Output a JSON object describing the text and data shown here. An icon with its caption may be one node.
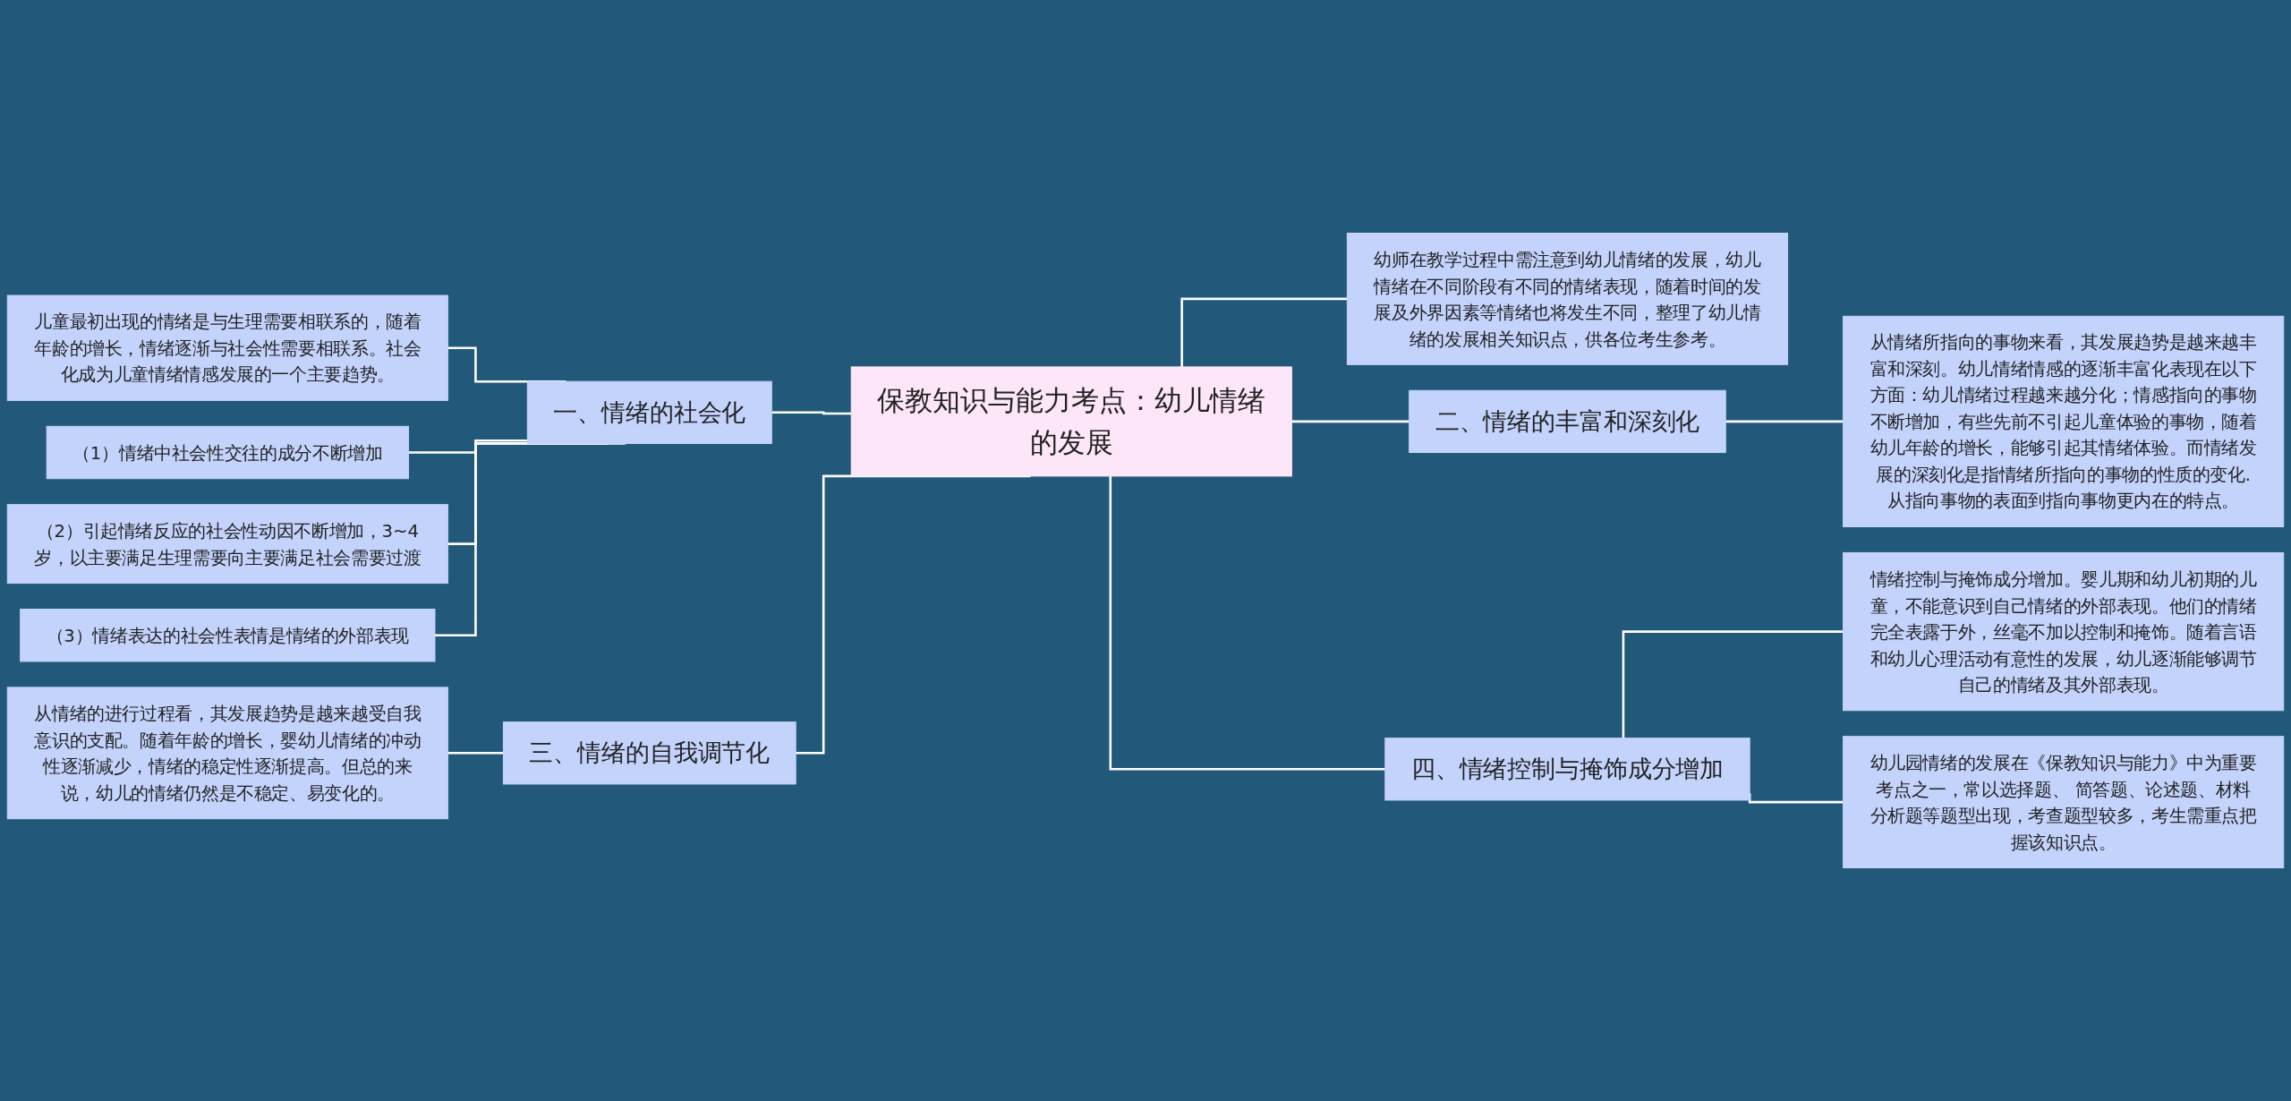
{
  "diagram": {
    "nodes": [
      {
        "text": [
          "保教知识与能力考点：幼儿情绪的发展"
        ]
      },
      {
        "text": [
          "一、情绪的社会化"
        ]
      },
      {
        "text": [
          "儿童最初出现的情绪是与生理需要相联系的，随着年龄的增长，情绪逐渐与社会性需要相联系。社会化成为儿童情绪情感发展的一个主要趋势。"
        ]
      },
      {
        "text": [
          "（1）情绪中社会性交往的成分不断增加"
        ]
      },
      {
        "text": [
          "（2）引起情绪反应的社会性动因不断增加，3~4岁，以主要满足生理需要向主要满足社会需要过渡"
        ]
      },
      {
        "text": [
          "（3）情绪表达的社会性表情是情绪的外部表现"
        ]
      },
      {
        "text": [
          "三、情绪的自我调节化"
        ]
      },
      {
        "text": [
          "从情绪的进行过程看，其发展趋势是越来越受自我意识的支配。随着年龄的增长，婴幼儿情绪的冲动性逐渐减少，情绪的稳定性逐渐提高。但总的来说，幼儿的情绪仍然是不稳定、易变化的。"
        ]
      },
      {
        "text": [
          "幼师在教学过程中需注意到幼儿情绪的发展，幼儿情绪在不同阶段有不同的情绪表现，随着时间的发展及外界因素等情绪也将发生不同，整理了幼儿情绪的发展相关知识点，供各位考生参考。"
        ]
      },
      {
        "text": [
          "二、情绪的丰富和深刻化"
        ]
      },
      {
        "text": [
          "从情绪所指向的事物来看，其发展趋势是越来越丰富和深刻。幼儿情绪情感的逐渐丰富化表现在以下方面：幼儿情绪过程越来越分化；情感指向的事物不断增加，有些先前不引起儿童体验的事物，随着幼儿年龄的增长，能够引起其情绪体验。而情绪发展的深刻化是指情绪所指向的事物的性质的变化.从指向事物的表面到指向事物更内在的特点。"
        ]
      },
      {
        "text": [
          "四、情绪控制与掩饰成分增加"
        ]
      },
      {
        "text": [
          "情绪控制与掩饰成分增加。婴儿期和幼儿初期的儿童，不能意识到自己情绪的外部表现。他们的情绪完全表露于外，丝毫不加以控制和掩饰。随着言语和幼儿心理活动有意性的发展，幼儿逐渐能够调节自己的情绪及其外部表现。"
        ]
      },
      {
        "text": [
          "幼儿园情绪的发展在《保教知识与能力》中为重要考点之一，常以选择题、 简答题、论述题、材料分析题等题型出现，考查题型较多，考生需重点把握该知识点。"
        ]
      }
    ],
    "edges": [
      {
        "from": 2,
        "to": 1,
        "arrow": "none"
      },
      {
        "from": 3,
        "to": 1,
        "arrow": "none"
      },
      {
        "from": 4,
        "to": 1,
        "arrow": "none"
      },
      {
        "from": 5,
        "to": 1,
        "arrow": "none"
      },
      {
        "from": 1,
        "to": 0,
        "arrow": "none"
      },
      {
        "from": 7,
        "to": 6,
        "arrow": "none"
      },
      {
        "from": 6,
        "to": 0,
        "arrow": "none"
      },
      {
        "from": 0,
        "to": 8,
        "arrow": "none"
      },
      {
        "from": 0,
        "to": 9,
        "arrow": "none"
      },
      {
        "from": 9,
        "to": 10,
        "arrow": "none"
      },
      {
        "from": 0,
        "to": 11,
        "arrow": "none"
      },
      {
        "from": 11,
        "to": 12,
        "arrow": "none"
      },
      {
        "from": 11,
        "to": 13,
        "arrow": "none"
      }
    ]
  }
}
